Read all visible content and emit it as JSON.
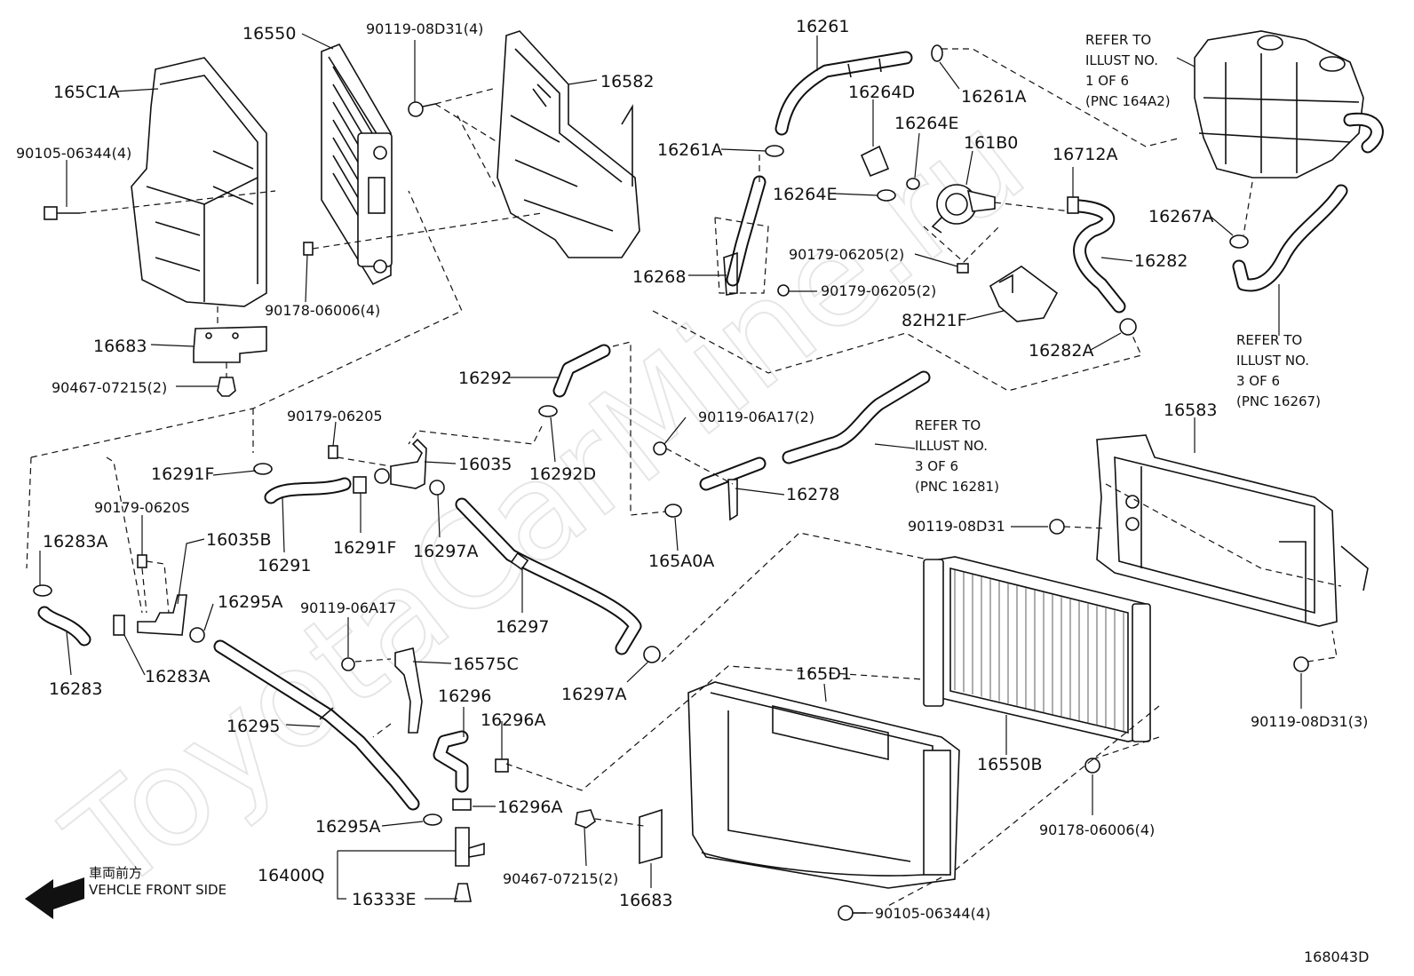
{
  "watermark": "ToyotaCarMine.ru",
  "direction": {
    "japanese": "車両前方",
    "english": "VEHCLE FRONT SIDE"
  },
  "diagram_id": "168043D",
  "notes": {
    "n1": [
      "REFER TO",
      "ILLUST NO.",
      "1 OF 6",
      "(PNC 164A2)"
    ],
    "n2": [
      "REFER TO",
      "ILLUST NO.",
      "3 OF 6",
      "(PNC 16267)"
    ],
    "n3": [
      "REFER TO",
      "ILLUST NO.",
      "3 OF 6",
      "(PNC 16281)"
    ]
  },
  "labels": {
    "l16550": "16550",
    "l90119_08D31_4": "90119-08D31(4)",
    "l16582": "16582",
    "l165C1A": "165C1A",
    "l90105_06344_4_top": "90105-06344(4)",
    "l90178_06006_4_top": "90178-06006(4)",
    "l16683_top": "16683",
    "l90467_07215_2_top": "90467-07215(2)",
    "l16261": "16261",
    "l16261A_r": "16261A",
    "l16264D": "16264D",
    "l16264E_t": "16264E",
    "l161B0": "161B0",
    "l16261A_l": "16261A",
    "l16264E_m": "16264E",
    "l16268": "16268",
    "l90179_06205_2_a": "90179-06205(2)",
    "l90179_06205_2_b": "90179-06205(2)",
    "l82H21F": "82H21F",
    "l16712A": "16712A",
    "l16282": "16282",
    "l16282A": "16282A",
    "l16267A": "16267A",
    "l16292": "16292",
    "l16292D": "16292D",
    "l90179_06205": "90179-06205",
    "l16035": "16035",
    "l16291F_a": "16291F",
    "l16291": "16291",
    "l16291F_b": "16291F",
    "l16297A_a": "16297A",
    "l90179_0620S": "90179-0620S",
    "l16035B": "16035B",
    "l16283A_a": "16283A",
    "l16295A_a": "16295A",
    "l16283": "16283",
    "l16283A_b": "16283A",
    "l16297": "16297",
    "l90119_06A17": "90119-06A17",
    "l16575C": "16575C",
    "l16296": "16296",
    "l16296A_a": "16296A",
    "l16297A_b": "16297A",
    "l16295": "16295",
    "l16296A_b": "16296A",
    "l16295A_b": "16295A",
    "l16400Q": "16400Q",
    "l16333E": "16333E",
    "l90119_06A17_2": "90119-06A17(2)",
    "l16278": "16278",
    "l165A0A": "165A0A",
    "l16583": "16583",
    "l90119_08D31": "90119-08D31",
    "l165D1": "165D1",
    "l16550B": "16550B",
    "l90119_08D31_3": "90119-08D31(3)",
    "l90178_06006_4_bot": "90178-06006(4)",
    "l90467_07215_2_bot": "90467-07215(2)",
    "l16683_bot": "16683",
    "l90105_06344_4_bot": "90105-06344(4)"
  }
}
